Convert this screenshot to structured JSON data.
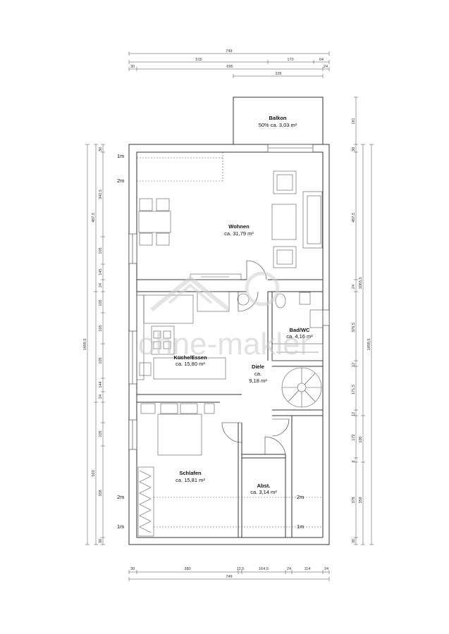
{
  "rooms": {
    "balkon": {
      "name": "Balkon",
      "area": "50% ca. 3,03 m²"
    },
    "wohnen": {
      "name": "Wohnen",
      "area": "ca. 31,79 m²"
    },
    "bad": {
      "name": "Bad/WC",
      "area": "ca. 4,16 m²"
    },
    "kueche": {
      "name": "Küche/Essen",
      "area": "ca. 15,80 m²"
    },
    "diele": {
      "name": "Diele",
      "area_line1": "ca.",
      "area_line2": "9,18 m²"
    },
    "schlafen": {
      "name": "Schlafen",
      "area": "ca. 15,81 m²"
    },
    "abst": {
      "name": "Abst.",
      "area": "ca. 3,14 m²"
    }
  },
  "height_marks": {
    "one_m": "1m",
    "two_m": "2m"
  },
  "watermark": "ohne-makler",
  "dims_top": {
    "row1": [
      "749"
    ],
    "row2": [
      "515",
      "170",
      "64"
    ],
    "row3": [
      "30",
      "695",
      "24"
    ],
    "row4": [
      "335"
    ]
  },
  "dims_bottom": {
    "row1": [
      "30",
      "380",
      "12,5",
      "164,5",
      "24",
      "114",
      "24"
    ],
    "row2": [
      "749"
    ]
  },
  "dims_left": {
    "inner": [
      "30",
      "342,5",
      "105",
      "145",
      "24",
      "105",
      "105",
      "105",
      "144",
      "24",
      "105",
      "358",
      "30"
    ],
    "mid": [
      "487,5",
      "503"
    ],
    "outer": [
      "1499,5"
    ]
  },
  "dims_right": {
    "inner": [
      "181",
      "30",
      "487,5",
      "24",
      "376,5",
      "12",
      "171,5",
      "12",
      "172",
      "6",
      "378",
      "30"
    ],
    "mid": [
      "100",
      "358",
      "1063,5"
    ],
    "outer": [
      "1499,5"
    ]
  }
}
